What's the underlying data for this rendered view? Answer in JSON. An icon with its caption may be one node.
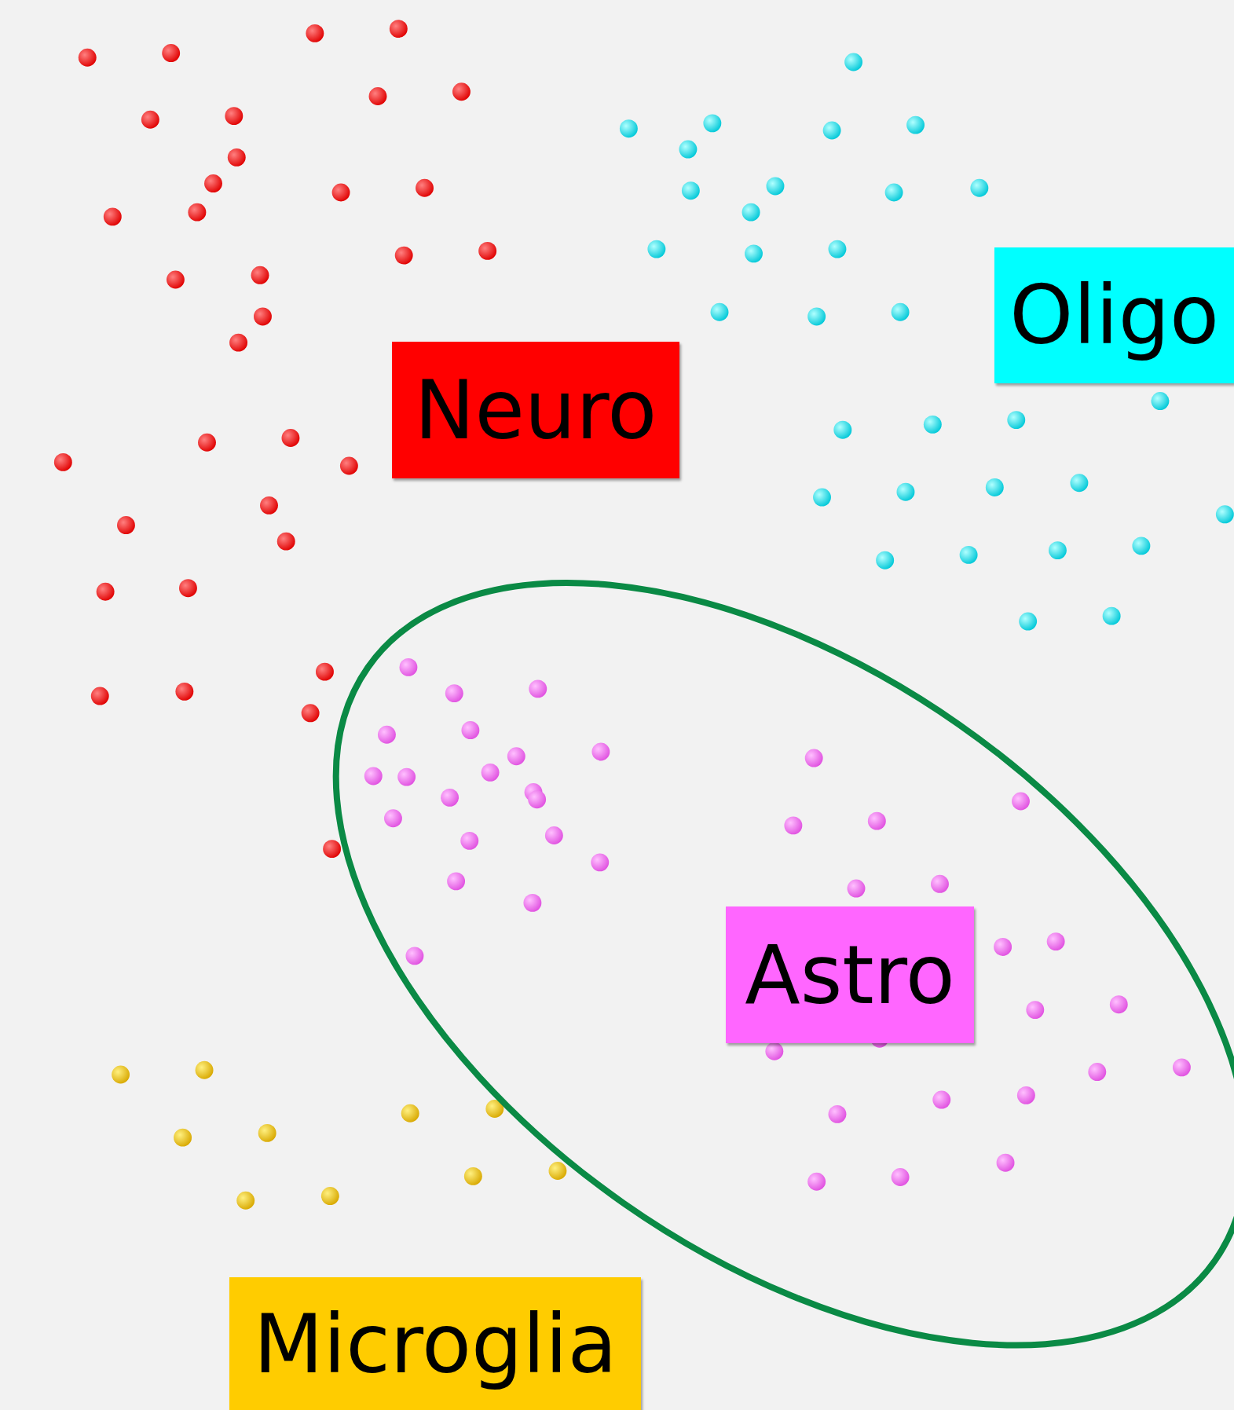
{
  "diagram": {
    "nodes": [
      {
        "text": [
          "Neuro"
        ]
      },
      {
        "text": [
          "Oligo"
        ]
      },
      {
        "text": [
          "Astro"
        ]
      },
      {
        "text": [
          "Microglia"
        ]
      }
    ],
    "edges": []
  }
}
